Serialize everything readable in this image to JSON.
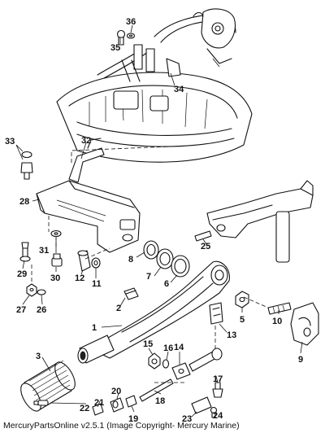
{
  "callouts": {
    "c1": "1",
    "c2": "2",
    "c3": "3",
    "c5": "5",
    "c6": "6",
    "c7": "7",
    "c8": "8",
    "c9": "9",
    "c10": "10",
    "c11": "11",
    "c12": "12",
    "c13": "13",
    "c14": "14",
    "c15": "15",
    "c16": "16",
    "c17": "17",
    "c18": "18",
    "c19": "19",
    "c20": "20",
    "c21": "21",
    "c22": "22",
    "c23": "23",
    "c24": "24",
    "c25": "25",
    "c26": "26",
    "c27": "27",
    "c28": "28",
    "c29": "29",
    "c30": "30",
    "c31": "31",
    "c32": "32",
    "c33": "33",
    "c34": "34",
    "c35": "35",
    "c36": "36"
  },
  "footer": "MercuryPartsOnline v2.5.1 (Image Copyright- Mercury Marine)"
}
